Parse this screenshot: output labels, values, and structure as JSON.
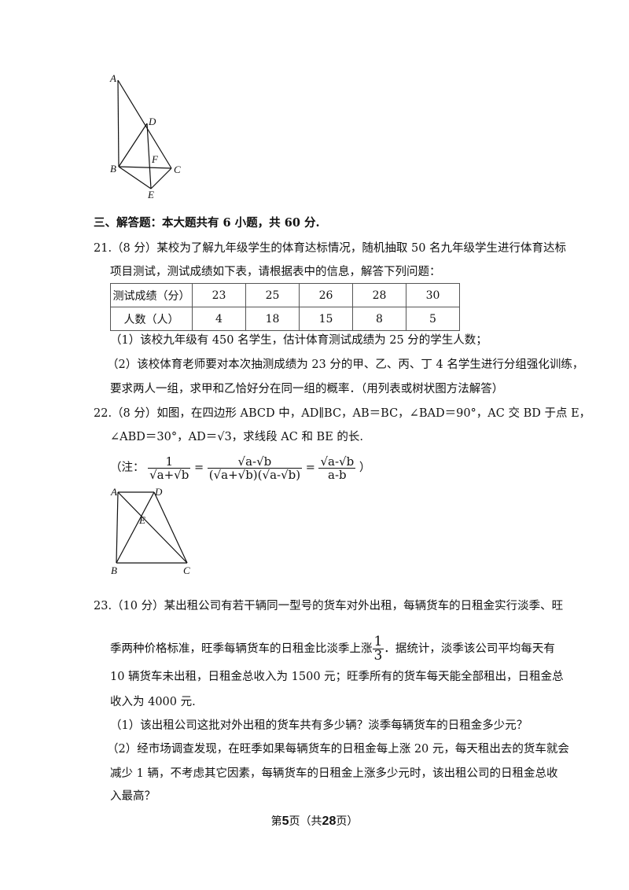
{
  "fig1": {
    "labels": {
      "A": "A",
      "B": "B",
      "C": "C",
      "D": "D",
      "E": "E",
      "F": "F"
    }
  },
  "section3": {
    "title": "三、解答题：本大题共有 6 小题，共 60 分."
  },
  "q21": {
    "line1": "21.（8 分）某校为了解九年级学生的体育达标情况，随机抽取 50 名九年级学生进行体育达标",
    "line2": "项目测试，测试成绩如下表，请根据表中的信息，解答下列问题：",
    "table": {
      "header": "测试成绩（分）",
      "scores": [
        "23",
        "25",
        "26",
        "28",
        "30"
      ],
      "row_label": "人数（人）",
      "counts": [
        "4",
        "18",
        "15",
        "8",
        "5"
      ]
    },
    "part1": "（1）该校九年级有 450 名学生，估计体育测试成绩为 25 分的学生人数；",
    "part2a": "（2）该校体育老师要对本次抽测成绩为 23 分的甲、乙、丙、丁 4 名学生进行分组强化训练，",
    "part2b": "要求两人一组，求甲和乙恰好分在同一组的概率．（用列表或树状图方法解答）"
  },
  "q22": {
    "line1": "22.（8 分）如图，在四边形 ABCD 中，AD∥BC，AB＝BC，∠BAD＝90°，AC 交 BD 于点 E，",
    "line2a": "∠ABD＝30°，AD＝√3，求线段 AC 和 BE 的长.",
    "note_prefix": "（注：",
    "note_f1_num": "1",
    "note_f1_den": "√a+√b",
    "note_eq": "=",
    "note_f2_num": "√a-√b",
    "note_f2_den": "(√a+√b)(√a-√b)",
    "note_f3_num": "√a-√b",
    "note_f3_den": "a-b",
    "note_suffix": "）",
    "fig_labels": {
      "A": "A",
      "B": "B",
      "C": "C",
      "D": "D",
      "E": "E"
    }
  },
  "q23": {
    "line1": "23.（10 分）某出租公司有若干辆同一型号的货车对外出租，每辆货车的日租金实行淡季、旺",
    "line2a": "季两种价格标准，旺季每辆货车的日租金比淡季上涨",
    "frac_num": "1",
    "frac_den": "3",
    "line2b": "．据统计，淡季该公司平均每天有",
    "line3": "10 辆货车未出租，日租金总收入为 1500 元；旺季所有的货车每天能全部租出，日租金总",
    "line4": "收入为 4000 元.",
    "part1": "（1）该出租公司这批对外出租的货车共有多少辆？淡季每辆货车的日租金多少元？",
    "part2a": "（2）经市场调查发现，在旺季如果每辆货车的日租金每上涨 20 元，每天租出去的货车就会",
    "part2b": "减少 1 辆，不考虑其它因素，每辆货车的日租金上涨多少元时，该出租公司的日租金总收",
    "part2c": "入最高？"
  },
  "footer": {
    "pre": "第",
    "page": "5",
    "mid": "页（共",
    "total": "28",
    "post": "页）"
  }
}
